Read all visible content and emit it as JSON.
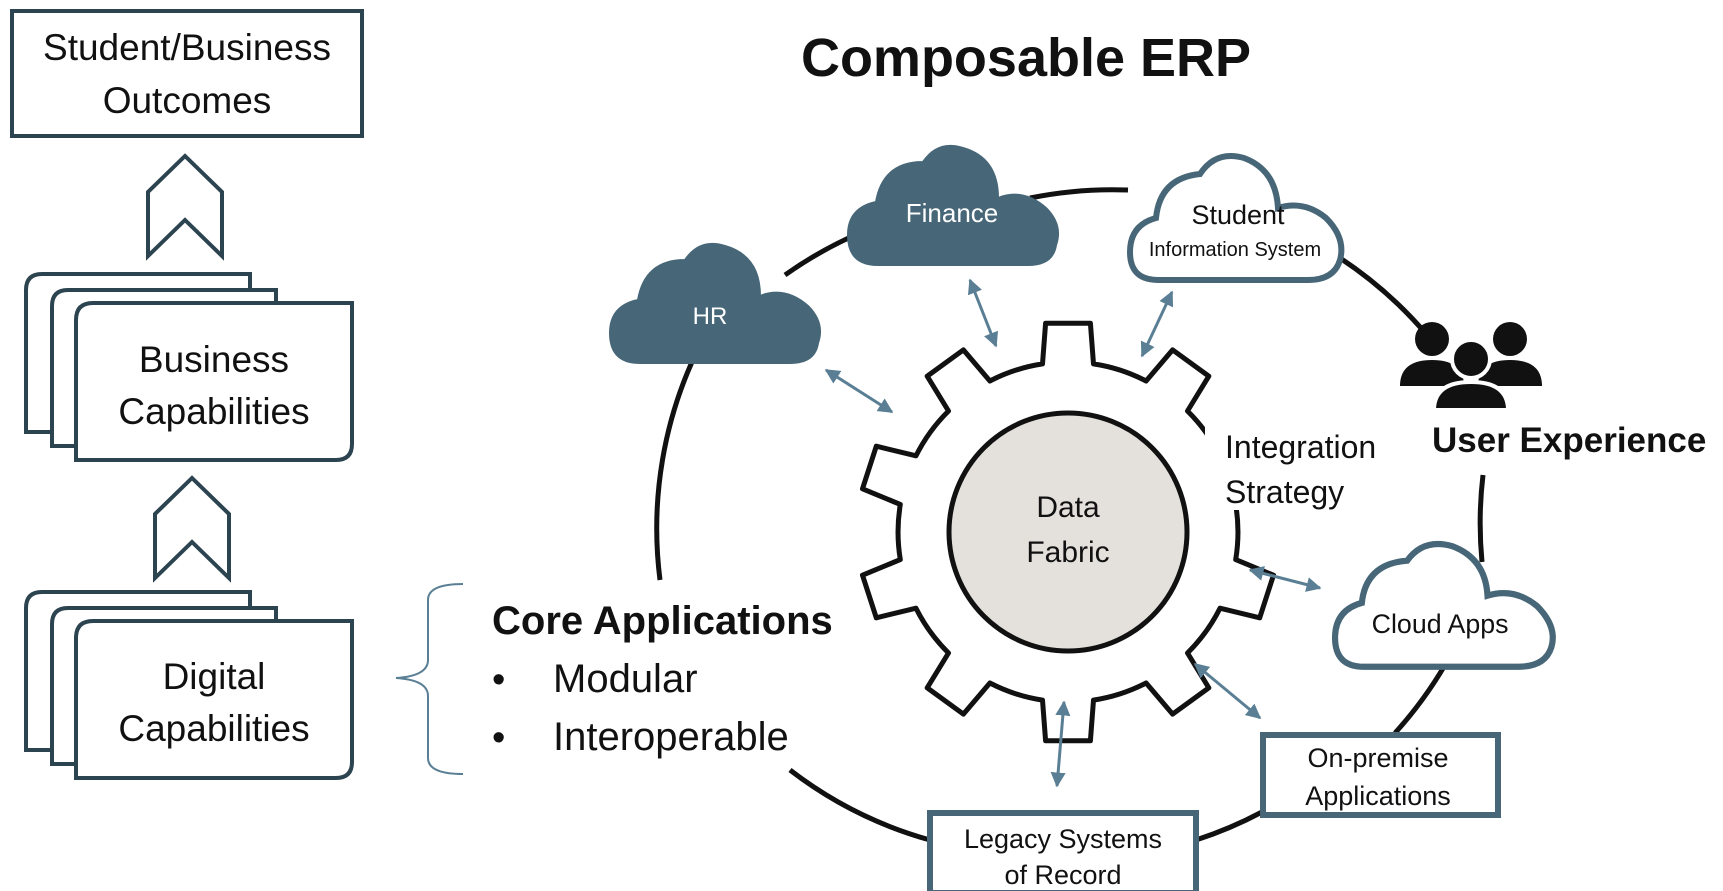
{
  "colors": {
    "dark_slate": "#476778",
    "border_slate": "#2c4350",
    "connector_blue": "#5a7f94",
    "data_fabric_fill": "#e4e0dc",
    "black": "#111111",
    "white": "#ffffff"
  },
  "title": "Composable ERP",
  "left_column": {
    "top_box": {
      "lines": [
        "Student/Business",
        "Outcomes"
      ]
    },
    "business_capabilities": {
      "lines": [
        "Business",
        "Capabilities"
      ]
    },
    "digital_capabilities": {
      "lines": [
        "Digital",
        "Capabilities"
      ]
    }
  },
  "core_applications": {
    "heading": "Core Applications",
    "bullet_char": "•",
    "bullets": [
      "Modular",
      "Interoperable"
    ]
  },
  "center": {
    "data_fabric": {
      "lines": [
        "Data",
        "Fabric"
      ]
    },
    "integration_strategy": {
      "lines": [
        "Integration",
        "Strategy"
      ]
    }
  },
  "clouds": {
    "hr": {
      "label": "HR"
    },
    "finance": {
      "label": "Finance"
    },
    "student": {
      "line1": "Student",
      "line2": "Information System"
    },
    "cloud_apps": {
      "label": "Cloud Apps"
    }
  },
  "boxes": {
    "on_premise": {
      "lines": [
        "On-premise",
        "Applications"
      ]
    },
    "legacy": {
      "lines": [
        "Legacy Systems",
        "of Record"
      ]
    }
  },
  "user_experience": {
    "label": "User Experience",
    "icon": "users-group-icon"
  }
}
